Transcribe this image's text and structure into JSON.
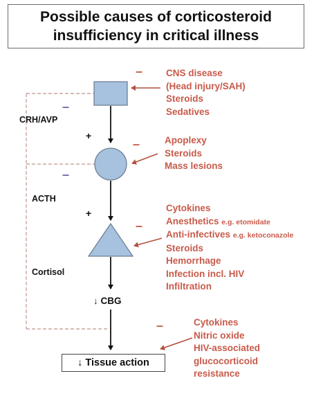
{
  "title": {
    "line1": "Possible causes of corticosteroid",
    "line2": "insufficiency in critical illness"
  },
  "axis_labels": {
    "crh_avp": "CRH/AVP",
    "acth": "ACTH",
    "cortisol": "Cortisol",
    "cbg": "↓ CBG"
  },
  "signs": {
    "plus": "+",
    "minus": "–"
  },
  "hypothalamus_causes": [
    "CNS disease",
    "(Head injury/SAH)",
    "Steroids",
    "Sedatives"
  ],
  "pituitary_causes": [
    "Apoplexy",
    "Steroids",
    "Mass lesions"
  ],
  "adrenal_causes": {
    "cytokines": "Cytokines",
    "anesthetics": "Anesthetics",
    "anesthetics_example": "e.g. etomidate",
    "anti_infectives": "Anti-infectives",
    "anti_infectives_example": "e.g. ketoconazole",
    "steroids": "Steroids",
    "hemorrhage": "Hemorrhage",
    "infection": "Infection incl. HIV",
    "infiltration": "Infiltration"
  },
  "tissue_causes": [
    "Cytokines",
    "Nitric oxide",
    "HIV-associated",
    "glucocorticoid",
    "resistance"
  ],
  "tissue_box": "↓ Tissue action",
  "colors": {
    "cause_text": "#c85a4a",
    "feedback_minus": "#6a6aa8",
    "shape_fill": "#a7c2de",
    "shape_stroke": "#6d7f95",
    "feedback_line": "#c9a59e"
  }
}
